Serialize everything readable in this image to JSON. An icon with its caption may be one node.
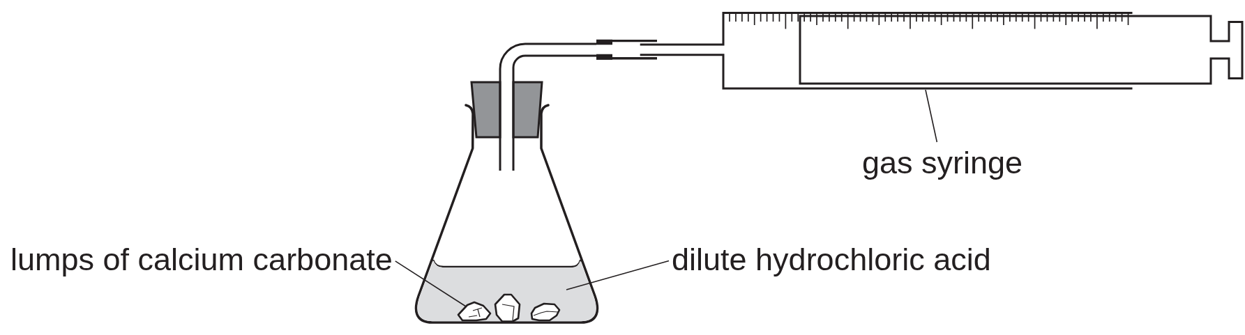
{
  "diagram": {
    "nodes": [
      {
        "text": [
          "gas syringe"
        ]
      },
      {
        "text": [],
        "shape": "picture"
      },
      {
        "text": [
          "lumps of calcium carbonate"
        ]
      },
      {
        "text": [
          "dilute hydrochloric acid"
        ]
      },
      {
        "text": [],
        "shape": "picture"
      },
      {
        "text": [],
        "shape": "picture",
        "in": 4
      }
    ],
    "edges": [
      {
        "from": 0,
        "to": 1,
        "arrow": "none"
      },
      {
        "from": 2,
        "to": 5,
        "arrow": "none"
      },
      {
        "from": 3,
        "to": 4,
        "arrow": "none"
      }
    ]
  }
}
